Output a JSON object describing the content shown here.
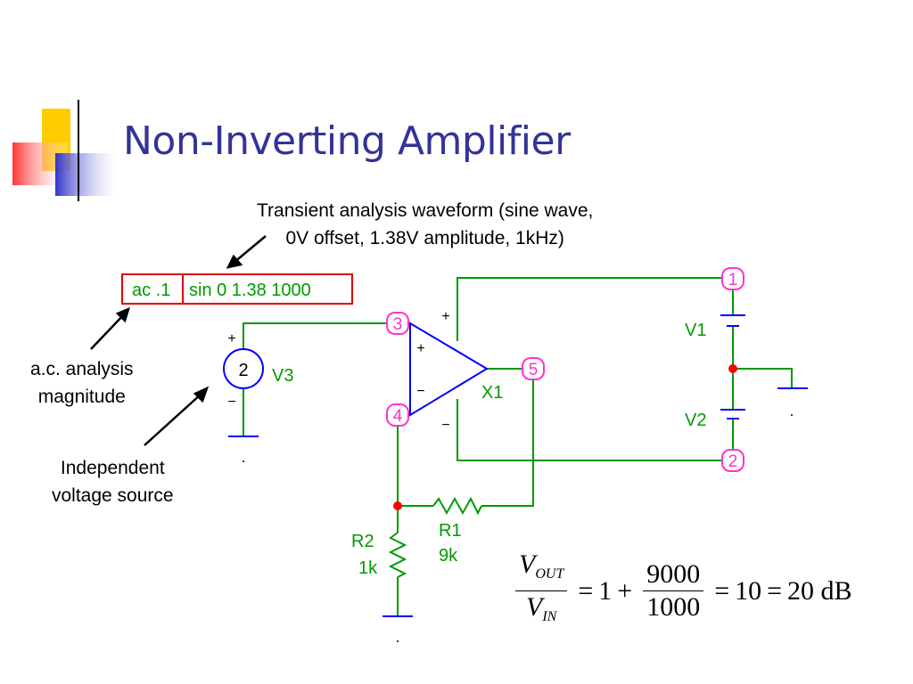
{
  "slide": {
    "title": "Non-Inverting Amplifier"
  },
  "annotations": {
    "transient_line1": "Transient analysis waveform (sine wave,",
    "transient_line2": "0V offset, 1.38V amplitude, 1kHz)",
    "ac_line1": "a.c. analysis",
    "ac_line2": "magnitude",
    "source_line1": "Independent",
    "source_line2": "voltage source"
  },
  "source_spec": {
    "ac": "ac .1",
    "sin": "sin 0 1.38 1000"
  },
  "schematic": {
    "nodes": {
      "n1": "1",
      "n2": "2",
      "n3": "3",
      "n4": "4",
      "n5": "5"
    },
    "labels": {
      "v1": "V1",
      "v2": "V2",
      "v3": "V3",
      "x1": "X1",
      "r1": "R1",
      "r1_value": "9k",
      "r2": "R2",
      "r2_value": "1k"
    },
    "symbols": {
      "source_glyph": "2",
      "plus": "+",
      "minus": "−"
    }
  },
  "formula": {
    "v": "V",
    "out": "OUT",
    "in": "IN",
    "one": "1",
    "num": "9000",
    "den": "1000",
    "result": "10",
    "db": "20 dB",
    "equals": "=",
    "plus": "+"
  },
  "colors": {
    "title": "#333399",
    "wire": "#009900",
    "node_circle": "#ff33cc",
    "highlight_box": "#dd0000",
    "source": "#0000ff",
    "junction": "#ff0000"
  }
}
